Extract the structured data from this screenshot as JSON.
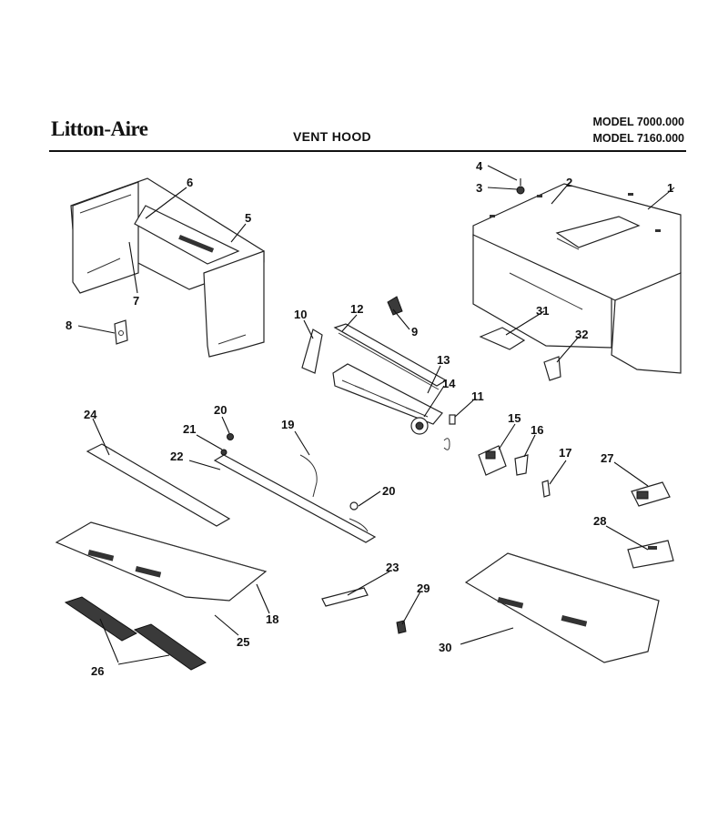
{
  "header": {
    "brand": "Litton-Aire",
    "title": "VENT HOOD",
    "models": [
      "MODEL 7000.000",
      "MODEL 7160.000"
    ]
  },
  "callouts": [
    "1",
    "2",
    "3",
    "4",
    "5",
    "6",
    "7",
    "8",
    "9",
    "10",
    "11",
    "12",
    "13",
    "14",
    "15",
    "16",
    "17",
    "18",
    "19",
    "20",
    "20",
    "21",
    "22",
    "23",
    "24",
    "25",
    "26",
    "27",
    "28",
    "29",
    "30",
    "31",
    "32"
  ]
}
